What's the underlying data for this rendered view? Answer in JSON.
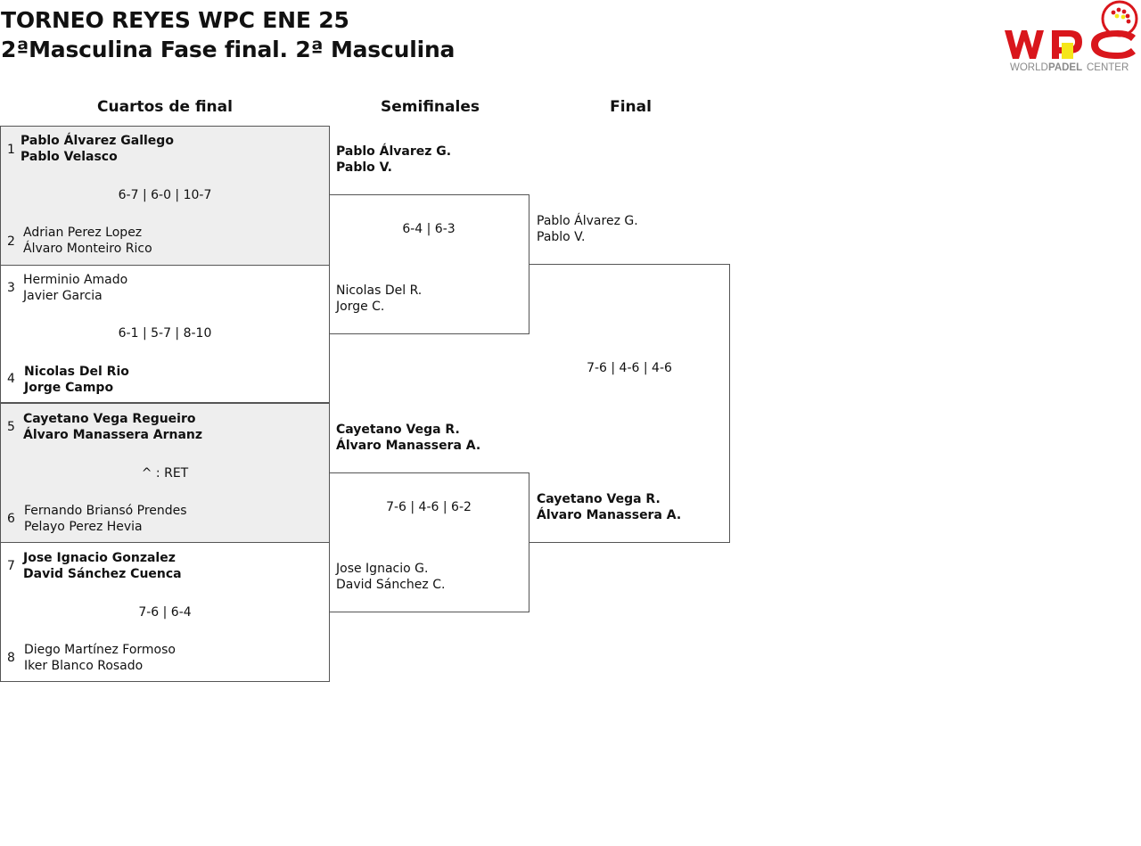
{
  "header": {
    "title": "TORNEO REYES WPC ENE 25",
    "subtitle": "2ªMasculina Fase final. 2ª Masculina",
    "logo_text": "WORLDPADELCENTER"
  },
  "rounds": {
    "quarterfinals": "Cuartos de final",
    "semifinals": "Semifinales",
    "final": "Final"
  },
  "quarterfinals": [
    {
      "top_seed": "1",
      "top_p1": "Pablo Álvarez Gallego",
      "top_p2": "Pablo Velasco",
      "score": "6-7 | 6-0 | 10-7",
      "bottom_seed": "2",
      "bottom_p1": "Adrian Perez Lopez",
      "bottom_p2": "Álvaro Monteiro Rico"
    },
    {
      "top_seed": "3",
      "top_p1": "Herminio Amado",
      "top_p2": "Javier Garcia",
      "score": "6-1 | 5-7 | 8-10",
      "bottom_seed": "4",
      "bottom_p1": "Nicolas Del Rio",
      "bottom_p2": "Jorge Campo"
    },
    {
      "top_seed": "5",
      "top_p1": "Cayetano Vega Regueiro",
      "top_p2": "Álvaro Manassera Arnanz",
      "score": "^ : RET",
      "bottom_seed": "6",
      "bottom_p1": "Fernando Briansó Prendes",
      "bottom_p2": "Pelayo Perez Hevia"
    },
    {
      "top_seed": "7",
      "top_p1": "Jose Ignacio Gonzalez",
      "top_p2": "David Sánchez Cuenca",
      "score": "7-6 | 6-4",
      "bottom_seed": "8",
      "bottom_p1": "Diego Martínez Formoso",
      "bottom_p2": "Iker Blanco Rosado"
    }
  ],
  "semifinals": [
    {
      "top_p1": "Pablo Álvarez G.",
      "top_p2": "Pablo V.",
      "score": "6-4 | 6-3",
      "bottom_p1": "Nicolas Del R.",
      "bottom_p2": "Jorge C."
    },
    {
      "top_p1": "Cayetano Vega R.",
      "top_p2": "Álvaro Manassera A.",
      "score": "7-6 | 4-6 | 6-2",
      "bottom_p1": "Jose Ignacio G.",
      "bottom_p2": "David Sánchez C."
    }
  ],
  "final": {
    "top_p1": "Pablo Álvarez G.",
    "top_p2": "Pablo V.",
    "score": "7-6 | 4-6 | 4-6",
    "bottom_p1": "Cayetano Vega R.",
    "bottom_p2": "Álvaro Manassera A."
  },
  "colors": {
    "logo_red": "#d9161c",
    "logo_yellow": "#f5e61a",
    "logo_gray": "#8a8a8a",
    "shade": "#eeeeee"
  }
}
